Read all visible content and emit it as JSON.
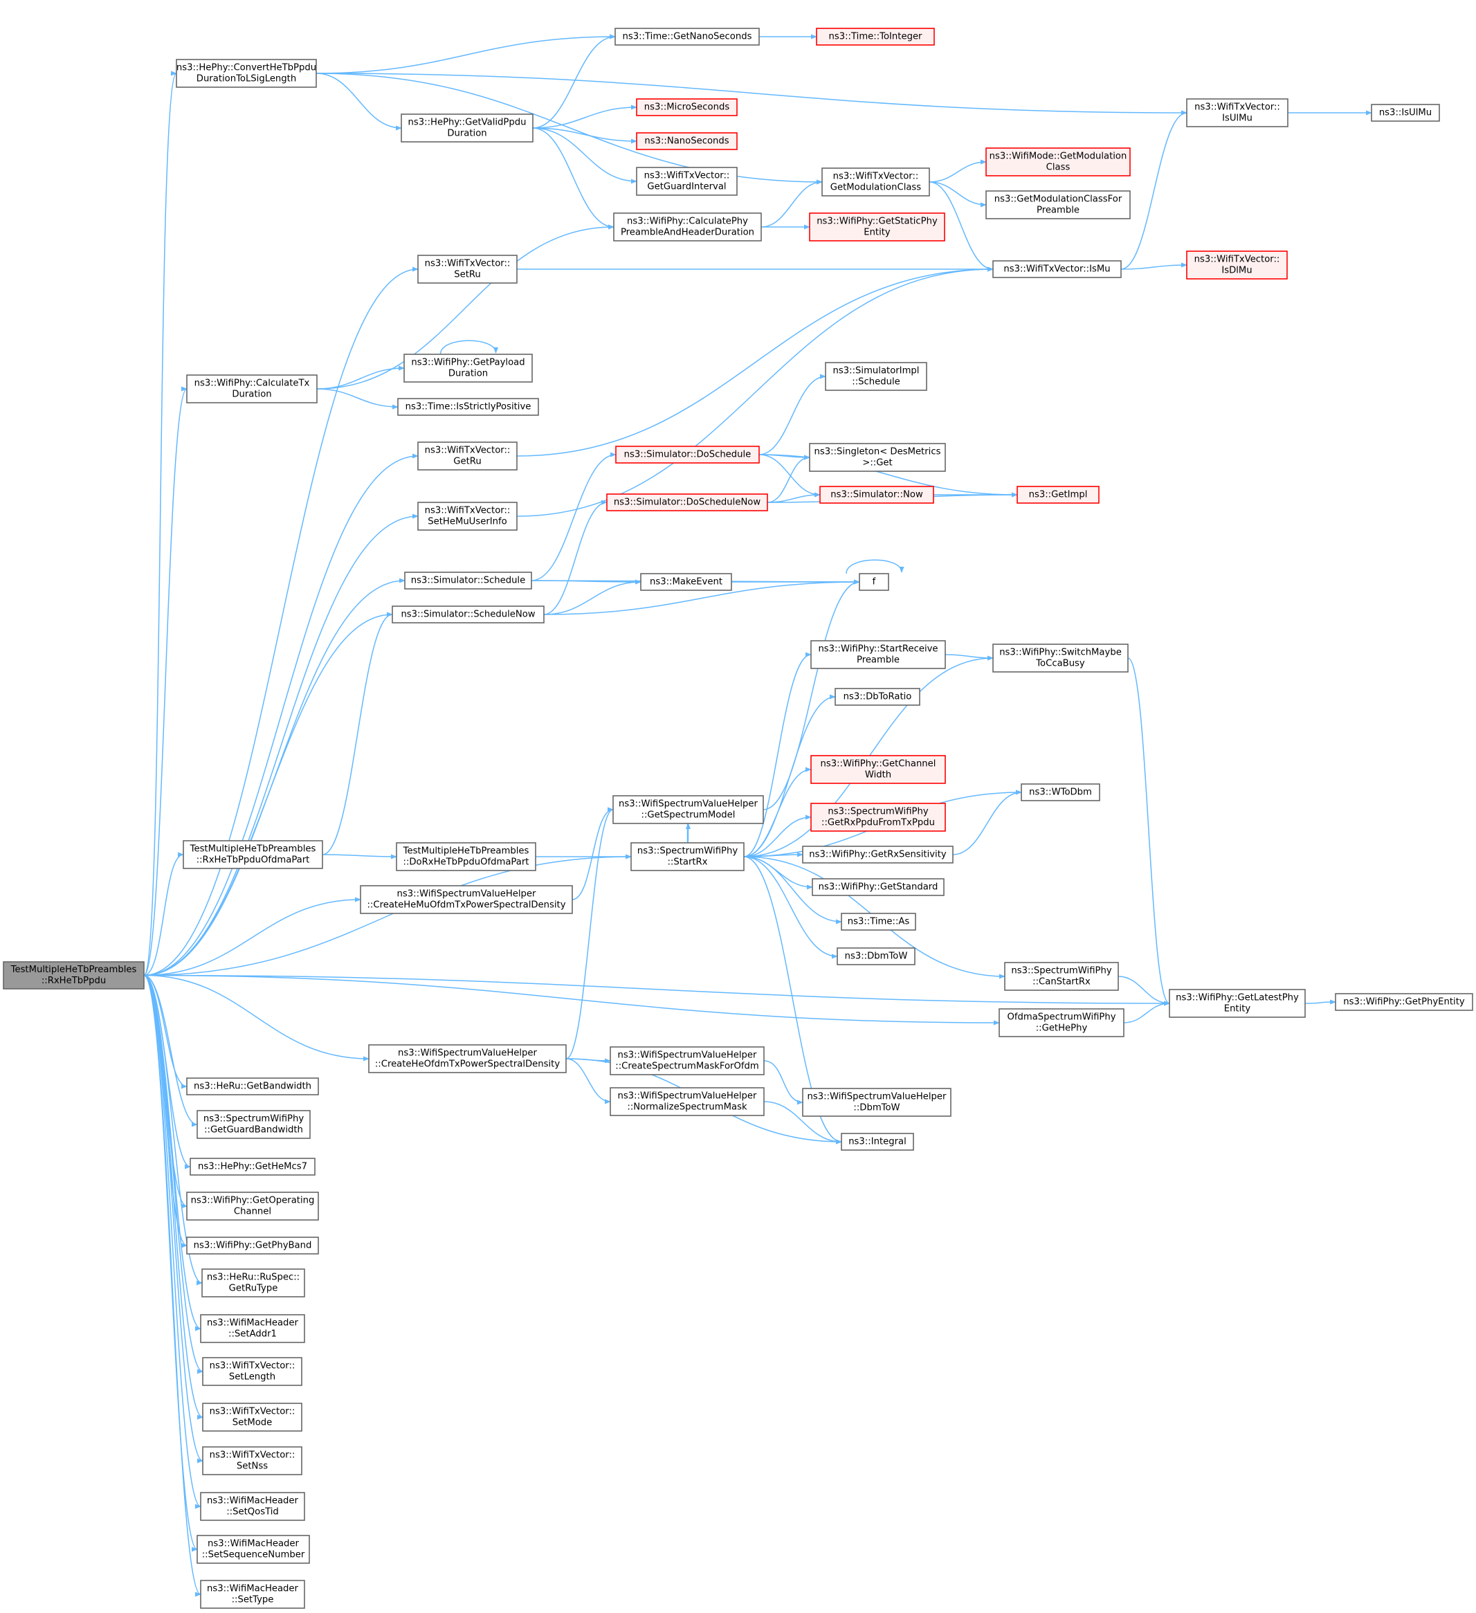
{
  "colors": {
    "edge": "#63b8ff",
    "root_fill": "#999999",
    "normal_fill": "#ffffff",
    "normal_stroke": "#666666",
    "truncated_fill": "#fff0f0",
    "truncated_stroke": "#ff0000"
  },
  "nodes": [
    {
      "id": "root",
      "lines": [
        "TestMultipleHeTbPreambles",
        "::RxHeTbPpdu"
      ],
      "style": "root"
    },
    {
      "id": "convHeTb",
      "lines": [
        "ns3::HePhy::ConvertHeTbPpdu",
        "DurationToLSigLength"
      ],
      "style": "normal"
    },
    {
      "id": "getNano",
      "lines": [
        "ns3::Time::GetNanoSeconds"
      ],
      "style": "normal"
    },
    {
      "id": "toInteger",
      "lines": [
        "ns3::Time::ToInteger"
      ],
      "style": "truncated"
    },
    {
      "id": "isUlMu",
      "lines": [
        "ns3::WifiTxVector::",
        "IsUlMu"
      ],
      "style": "normal"
    },
    {
      "id": "isUlMuFree",
      "lines": [
        "ns3::IsUlMu"
      ],
      "style": "normal"
    },
    {
      "id": "getValidPpdu",
      "lines": [
        "ns3::HePhy::GetValidPpdu",
        "Duration"
      ],
      "style": "normal"
    },
    {
      "id": "microSec",
      "lines": [
        "ns3::MicroSeconds"
      ],
      "style": "truncated"
    },
    {
      "id": "nanoSec",
      "lines": [
        "ns3::NanoSeconds"
      ],
      "style": "truncated"
    },
    {
      "id": "guardInt",
      "lines": [
        "ns3::WifiTxVector::",
        "GetGuardInterval"
      ],
      "style": "normal"
    },
    {
      "id": "getModClass",
      "lines": [
        "ns3::WifiTxVector::",
        "GetModulationClass"
      ],
      "style": "normal"
    },
    {
      "id": "modeGetModClass",
      "lines": [
        "ns3::WifiMode::GetModulation",
        "Class"
      ],
      "style": "truncated"
    },
    {
      "id": "modClassPreamble",
      "lines": [
        "ns3::GetModulationClassFor",
        "Preamble"
      ],
      "style": "normal"
    },
    {
      "id": "calcPhyPre",
      "lines": [
        "ns3::WifiPhy::CalculatePhy",
        "PreambleAndHeaderDuration"
      ],
      "style": "normal"
    },
    {
      "id": "staticEntity",
      "lines": [
        "ns3::WifiPhy::GetStaticPhy",
        "Entity"
      ],
      "style": "truncated"
    },
    {
      "id": "setRu",
      "lines": [
        "ns3::WifiTxVector::",
        "SetRu"
      ],
      "style": "normal"
    },
    {
      "id": "isMu",
      "lines": [
        "ns3::WifiTxVector::IsMu"
      ],
      "style": "normal"
    },
    {
      "id": "isDlMu",
      "lines": [
        "ns3::WifiTxVector::",
        "IsDlMu"
      ],
      "style": "truncated"
    },
    {
      "id": "payloadDur",
      "lines": [
        "ns3::WifiPhy::GetPayload",
        "Duration"
      ],
      "style": "normal"
    },
    {
      "id": "calcTx",
      "lines": [
        "ns3::WifiPhy::CalculateTx",
        "Duration"
      ],
      "style": "normal"
    },
    {
      "id": "strictlyPos",
      "lines": [
        "ns3::Time::IsStrictlyPositive"
      ],
      "style": "normal"
    },
    {
      "id": "simImplSched",
      "lines": [
        "ns3::SimulatorImpl",
        "::Schedule"
      ],
      "style": "normal"
    },
    {
      "id": "getRu",
      "lines": [
        "ns3::WifiTxVector::",
        "GetRu"
      ],
      "style": "normal"
    },
    {
      "id": "doSchedule",
      "lines": [
        "ns3::Simulator::DoSchedule"
      ],
      "style": "truncated"
    },
    {
      "id": "singletonGet",
      "lines": [
        "ns3::Singleton< DesMetrics",
        ">::Get"
      ],
      "style": "normal"
    },
    {
      "id": "doScheduleNow",
      "lines": [
        "ns3::Simulator::DoScheduleNow"
      ],
      "style": "truncated"
    },
    {
      "id": "simNow",
      "lines": [
        "ns3::Simulator::Now"
      ],
      "style": "truncated"
    },
    {
      "id": "getImpl",
      "lines": [
        "ns3::GetImpl"
      ],
      "style": "truncated"
    },
    {
      "id": "setHeMu",
      "lines": [
        "ns3::WifiTxVector::",
        "SetHeMuUserInfo"
      ],
      "style": "normal"
    },
    {
      "id": "simSchedule",
      "lines": [
        "ns3::Simulator::Schedule"
      ],
      "style": "normal"
    },
    {
      "id": "makeEvent",
      "lines": [
        "ns3::MakeEvent"
      ],
      "style": "normal"
    },
    {
      "id": "f",
      "lines": [
        "f"
      ],
      "style": "normal"
    },
    {
      "id": "simScheduleNow",
      "lines": [
        "ns3::Simulator::ScheduleNow"
      ],
      "style": "normal"
    },
    {
      "id": "startRecvPre",
      "lines": [
        "ns3::WifiPhy::StartReceive",
        "Preamble"
      ],
      "style": "normal"
    },
    {
      "id": "switchCca",
      "lines": [
        "ns3::WifiPhy::SwitchMaybe",
        "ToCcaBusy"
      ],
      "style": "normal"
    },
    {
      "id": "dbToRatio",
      "lines": [
        "ns3::DbToRatio"
      ],
      "style": "normal"
    },
    {
      "id": "chanWidth",
      "lines": [
        "ns3::WifiPhy::GetChannel",
        "Width"
      ],
      "style": "truncated"
    },
    {
      "id": "wToDbm",
      "lines": [
        "ns3::WToDbm"
      ],
      "style": "normal"
    },
    {
      "id": "specModel",
      "lines": [
        "ns3::WifiSpectrumValueHelper",
        "::GetSpectrumModel"
      ],
      "style": "normal"
    },
    {
      "id": "rxPpduFromTx",
      "lines": [
        "ns3::SpectrumWifiPhy",
        "::GetRxPpduFromTxPpdu"
      ],
      "style": "truncated"
    },
    {
      "id": "rxHeTbOfdma",
      "lines": [
        "TestMultipleHeTbPreambles",
        "::RxHeTbPpduOfdmaPart"
      ],
      "style": "normal"
    },
    {
      "id": "doRxHeTbOfdma",
      "lines": [
        "TestMultipleHeTbPreambles",
        "::DoRxHeTbPpduOfdmaPart"
      ],
      "style": "normal"
    },
    {
      "id": "startRx",
      "lines": [
        "ns3::SpectrumWifiPhy",
        "::StartRx"
      ],
      "style": "normal"
    },
    {
      "id": "rxSens",
      "lines": [
        "ns3::WifiPhy::GetRxSensitivity"
      ],
      "style": "normal"
    },
    {
      "id": "createHeMu",
      "lines": [
        "ns3::WifiSpectrumValueHelper",
        "::CreateHeMuOfdmTxPowerSpectralDensity"
      ],
      "style": "normal"
    },
    {
      "id": "getStandard",
      "lines": [
        "ns3::WifiPhy::GetStandard"
      ],
      "style": "normal"
    },
    {
      "id": "timeAs",
      "lines": [
        "ns3::Time::As"
      ],
      "style": "normal"
    },
    {
      "id": "dbmToW",
      "lines": [
        "ns3::DbmToW"
      ],
      "style": "normal"
    },
    {
      "id": "canStartRx",
      "lines": [
        "ns3::SpectrumWifiPhy",
        "::CanStartRx"
      ],
      "style": "normal"
    },
    {
      "id": "latestEntity",
      "lines": [
        "ns3::WifiPhy::GetLatestPhy",
        "Entity"
      ],
      "style": "normal"
    },
    {
      "id": "getPhyEntity",
      "lines": [
        "ns3::WifiPhy::GetPhyEntity"
      ],
      "style": "normal"
    },
    {
      "id": "ofdmaGetHePhy",
      "lines": [
        "OfdmaSpectrumWifiPhy",
        "::GetHePhy"
      ],
      "style": "normal"
    },
    {
      "id": "createHeOfdm",
      "lines": [
        "ns3::WifiSpectrumValueHelper",
        "::CreateHeOfdmTxPowerSpectralDensity"
      ],
      "style": "normal"
    },
    {
      "id": "createMask",
      "lines": [
        "ns3::WifiSpectrumValueHelper",
        "::CreateSpectrumMaskForOfdm"
      ],
      "style": "normal"
    },
    {
      "id": "heRuBw",
      "lines": [
        "ns3::HeRu::GetBandwidth"
      ],
      "style": "normal"
    },
    {
      "id": "normMask",
      "lines": [
        "ns3::WifiSpectrumValueHelper",
        "::NormalizeSpectrumMask"
      ],
      "style": "normal"
    },
    {
      "id": "svhDbmToW",
      "lines": [
        "ns3::WifiSpectrumValueHelper",
        "::DbmToW"
      ],
      "style": "normal"
    },
    {
      "id": "guardBw",
      "lines": [
        "ns3::SpectrumWifiPhy",
        "::GetGuardBandwidth"
      ],
      "style": "normal"
    },
    {
      "id": "integral",
      "lines": [
        "ns3::Integral"
      ],
      "style": "normal"
    },
    {
      "id": "heMcs7",
      "lines": [
        "ns3::HePhy::GetHeMcs7"
      ],
      "style": "normal"
    },
    {
      "id": "opChannel",
      "lines": [
        "ns3::WifiPhy::GetOperating",
        "Channel"
      ],
      "style": "normal"
    },
    {
      "id": "phyBand",
      "lines": [
        "ns3::WifiPhy::GetPhyBand"
      ],
      "style": "normal"
    },
    {
      "id": "ruType",
      "lines": [
        "ns3::HeRu::RuSpec::",
        "GetRuType"
      ],
      "style": "normal"
    },
    {
      "id": "setAddr1",
      "lines": [
        "ns3::WifiMacHeader",
        "::SetAddr1"
      ],
      "style": "normal"
    },
    {
      "id": "setLength",
      "lines": [
        "ns3::WifiTxVector::",
        "SetLength"
      ],
      "style": "normal"
    },
    {
      "id": "setMode",
      "lines": [
        "ns3::WifiTxVector::",
        "SetMode"
      ],
      "style": "normal"
    },
    {
      "id": "setNss",
      "lines": [
        "ns3::WifiTxVector::",
        "SetNss"
      ],
      "style": "normal"
    },
    {
      "id": "setQosTid",
      "lines": [
        "ns3::WifiMacHeader",
        "::SetQosTid"
      ],
      "style": "normal"
    },
    {
      "id": "setSeqNum",
      "lines": [
        "ns3::WifiMacHeader",
        "::SetSequenceNumber"
      ],
      "style": "normal"
    },
    {
      "id": "setType",
      "lines": [
        "ns3::WifiMacHeader",
        "::SetType"
      ],
      "style": "normal"
    }
  ],
  "edges": [
    [
      "root",
      "convHeTb"
    ],
    [
      "root",
      "setRu"
    ],
    [
      "root",
      "calcTx"
    ],
    [
      "root",
      "getRu"
    ],
    [
      "root",
      "setHeMu"
    ],
    [
      "root",
      "simSchedule"
    ],
    [
      "root",
      "simScheduleNow"
    ],
    [
      "root",
      "rxHeTbOfdma"
    ],
    [
      "root",
      "createHeMu"
    ],
    [
      "root",
      "startRx"
    ],
    [
      "root",
      "ofdmaGetHePhy"
    ],
    [
      "root",
      "latestEntity"
    ],
    [
      "root",
      "createHeOfdm"
    ],
    [
      "root",
      "heRuBw"
    ],
    [
      "root",
      "guardBw"
    ],
    [
      "root",
      "heMcs7"
    ],
    [
      "root",
      "opChannel"
    ],
    [
      "root",
      "phyBand"
    ],
    [
      "root",
      "ruType"
    ],
    [
      "root",
      "setAddr1"
    ],
    [
      "root",
      "setLength"
    ],
    [
      "root",
      "setMode"
    ],
    [
      "root",
      "setNss"
    ],
    [
      "root",
      "setQosTid"
    ],
    [
      "root",
      "setSeqNum"
    ],
    [
      "root",
      "setType"
    ],
    [
      "convHeTb",
      "getNano"
    ],
    [
      "convHeTb",
      "isUlMu"
    ],
    [
      "convHeTb",
      "getValidPpdu"
    ],
    [
      "convHeTb",
      "getModClass"
    ],
    [
      "getNano",
      "toInteger"
    ],
    [
      "isUlMu",
      "isUlMuFree"
    ],
    [
      "getValidPpdu",
      "getNano"
    ],
    [
      "getValidPpdu",
      "microSec"
    ],
    [
      "getValidPpdu",
      "nanoSec"
    ],
    [
      "getValidPpdu",
      "guardInt"
    ],
    [
      "getValidPpdu",
      "calcPhyPre"
    ],
    [
      "getModClass",
      "modeGetModClass"
    ],
    [
      "getModClass",
      "modClassPreamble"
    ],
    [
      "getModClass",
      "isMu"
    ],
    [
      "calcPhyPre",
      "getModClass"
    ],
    [
      "calcPhyPre",
      "staticEntity"
    ],
    [
      "setRu",
      "isMu"
    ],
    [
      "isMu",
      "isUlMu"
    ],
    [
      "isMu",
      "isDlMu"
    ],
    [
      "calcTx",
      "calcPhyPre"
    ],
    [
      "calcTx",
      "payloadDur"
    ],
    [
      "calcTx",
      "strictlyPos"
    ],
    [
      "payloadDur",
      "payloadDur"
    ],
    [
      "getRu",
      "isMu"
    ],
    [
      "setHeMu",
      "isMu"
    ],
    [
      "doSchedule",
      "simImplSched"
    ],
    [
      "doSchedule",
      "singletonGet"
    ],
    [
      "doSchedule",
      "simNow"
    ],
    [
      "doSchedule",
      "getImpl"
    ],
    [
      "doScheduleNow",
      "singletonGet"
    ],
    [
      "doScheduleNow",
      "simNow"
    ],
    [
      "doScheduleNow",
      "getImpl"
    ],
    [
      "simNow",
      "getImpl"
    ],
    [
      "simSchedule",
      "doSchedule"
    ],
    [
      "simSchedule",
      "makeEvent"
    ],
    [
      "simSchedule",
      "f"
    ],
    [
      "simScheduleNow",
      "doScheduleNow"
    ],
    [
      "simScheduleNow",
      "makeEvent"
    ],
    [
      "simScheduleNow",
      "f"
    ],
    [
      "makeEvent",
      "f"
    ],
    [
      "f",
      "f"
    ],
    [
      "rxHeTbOfdma",
      "simScheduleNow"
    ],
    [
      "rxHeTbOfdma",
      "doRxHeTbOfdma"
    ],
    [
      "doRxHeTbOfdma",
      "startRx"
    ],
    [
      "startRx",
      "startRecvPre"
    ],
    [
      "startRx",
      "switchCca"
    ],
    [
      "startRx",
      "dbToRatio"
    ],
    [
      "startRx",
      "chanWidth"
    ],
    [
      "startRx",
      "wToDbm"
    ],
    [
      "startRx",
      "specModel"
    ],
    [
      "startRx",
      "rxPpduFromTx"
    ],
    [
      "startRx",
      "rxSens"
    ],
    [
      "startRx",
      "getStandard"
    ],
    [
      "startRx",
      "timeAs"
    ],
    [
      "startRx",
      "dbmToW"
    ],
    [
      "startRx",
      "canStartRx"
    ],
    [
      "startRx",
      "integral"
    ],
    [
      "startRecvPre",
      "switchCca"
    ],
    [
      "switchCca",
      "latestEntity"
    ],
    [
      "rxSens",
      "wToDbm"
    ],
    [
      "specModel",
      "f"
    ],
    [
      "createHeMu",
      "specModel"
    ],
    [
      "canStartRx",
      "latestEntity"
    ],
    [
      "ofdmaGetHePhy",
      "latestEntity"
    ],
    [
      "latestEntity",
      "getPhyEntity"
    ],
    [
      "createHeOfdm",
      "specModel"
    ],
    [
      "createHeOfdm",
      "createMask"
    ],
    [
      "createHeOfdm",
      "normMask"
    ],
    [
      "createHeOfdm",
      "integral"
    ],
    [
      "createMask",
      "svhDbmToW"
    ],
    [
      "normMask",
      "integral"
    ]
  ]
}
